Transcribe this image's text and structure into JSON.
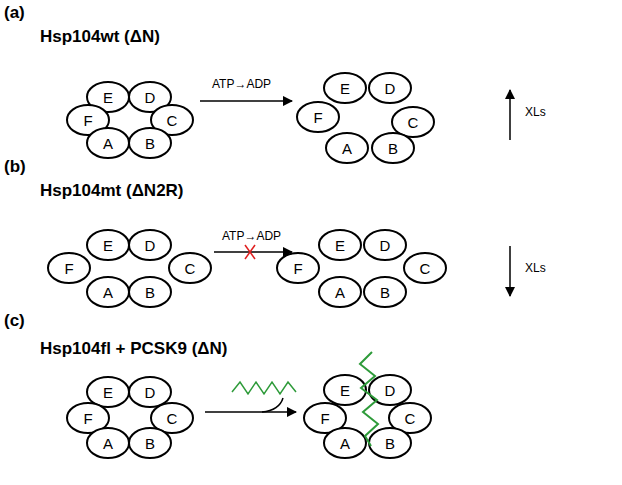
{
  "diagram": {
    "nodes": [
      {
        "text": [
          "E"
        ]
      },
      {
        "text": [
          "D"
        ]
      },
      {
        "text": [
          "F"
        ]
      },
      {
        "text": [
          "C"
        ]
      },
      {
        "text": [
          "A"
        ]
      },
      {
        "text": [
          "B"
        ]
      },
      {
        "text": [
          "E"
        ]
      },
      {
        "text": [
          "D"
        ]
      },
      {
        "text": [
          "F"
        ]
      },
      {
        "text": [
          "C"
        ]
      },
      {
        "text": [
          "A"
        ]
      },
      {
        "text": [
          "B"
        ]
      },
      {
        "text": [
          "E"
        ]
      },
      {
        "text": [
          "D"
        ]
      },
      {
        "text": [
          "F"
        ]
      },
      {
        "text": [
          "C"
        ]
      },
      {
        "text": [
          "A"
        ]
      },
      {
        "text": [
          "B"
        ]
      },
      {
        "text": [
          "E"
        ]
      },
      {
        "text": [
          "D"
        ]
      },
      {
        "text": [
          "F"
        ]
      },
      {
        "text": [
          "C"
        ]
      },
      {
        "text": [
          "A"
        ]
      },
      {
        "text": [
          "B"
        ]
      },
      {
        "text": [
          "E"
        ]
      },
      {
        "text": [
          "D"
        ]
      },
      {
        "text": [
          "F"
        ]
      },
      {
        "text": [
          "C"
        ]
      },
      {
        "text": [
          "A"
        ]
      },
      {
        "text": [
          "B"
        ]
      },
      {
        "text": [
          "E"
        ]
      },
      {
        "text": [
          "D"
        ]
      },
      {
        "text": [
          "F"
        ]
      },
      {
        "text": [
          "C"
        ]
      },
      {
        "text": [
          "A"
        ]
      },
      {
        "text": [
          "B"
        ]
      }
    ],
    "labels": [
      "(a)",
      "Hsp104wt (ΔN)",
      "ATP→ADP",
      "XLs",
      "(b)",
      "Hsp104mt (ΔN2R)",
      "ATP→ADP",
      "XLs",
      "(c)",
      "Hsp104fl + PCSK9 (ΔN)"
    ]
  }
}
